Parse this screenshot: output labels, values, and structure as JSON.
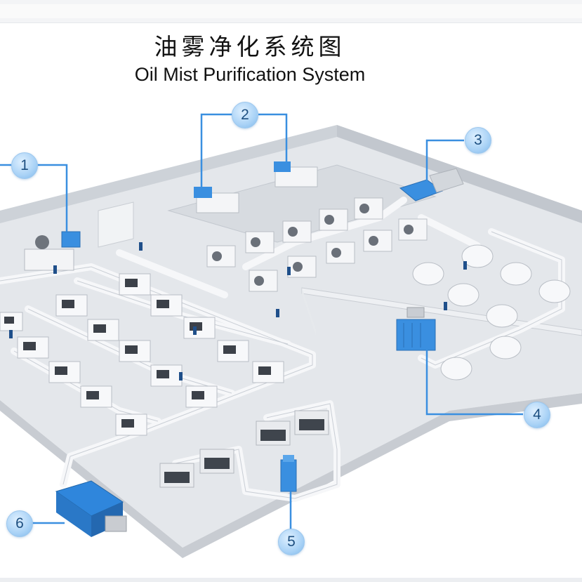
{
  "title_cn": "油雾净化系统图",
  "title_en": "Oil Mist Purification System",
  "callouts": [
    {
      "label": "1"
    },
    {
      "label": "2"
    },
    {
      "label": "3"
    },
    {
      "label": "4"
    },
    {
      "label": "5"
    },
    {
      "label": "6"
    }
  ],
  "colors": {
    "accent_blue": "#3a8fe0",
    "callout_fill": "#a9d2f6",
    "floor": "#dfe3e8",
    "wall": "#cfd4da",
    "duct": "#f4f6f8"
  }
}
